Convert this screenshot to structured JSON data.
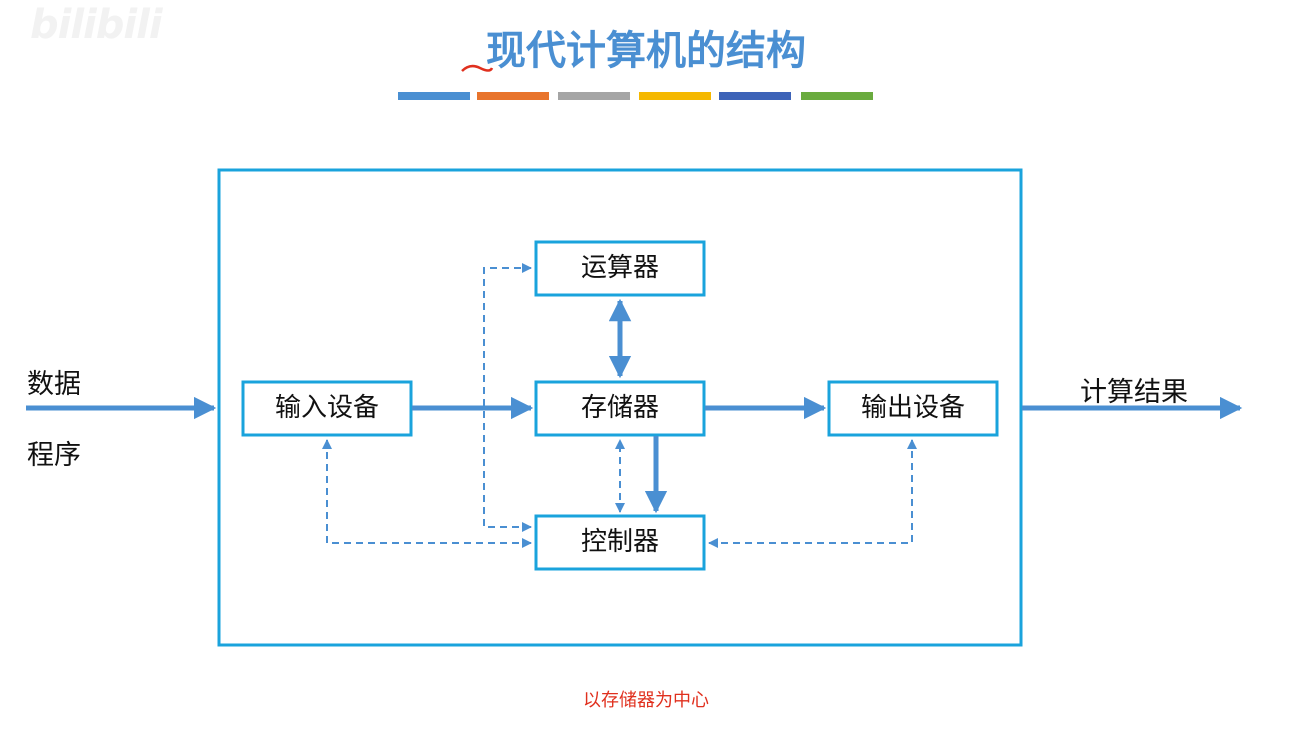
{
  "watermark": "bilibili",
  "title": "现代计算机的结构",
  "color_bar": [
    "#4a8fd2",
    "#e8742c",
    "#a5a5a5",
    "#f5b800",
    "#3d63b8",
    "#6aab3e"
  ],
  "nodes": {
    "alu": "运算器",
    "memory": "存储器",
    "control": "控制器",
    "input": "输入设备",
    "output": "输出设备"
  },
  "inputs": {
    "data": "数据",
    "program": "程序"
  },
  "output_label": "计算结果",
  "caption": "以存储器为中心",
  "colors": {
    "box_border": "#1aa3dc",
    "arrow": "#4a8fd2",
    "caption": "#e0301e"
  }
}
